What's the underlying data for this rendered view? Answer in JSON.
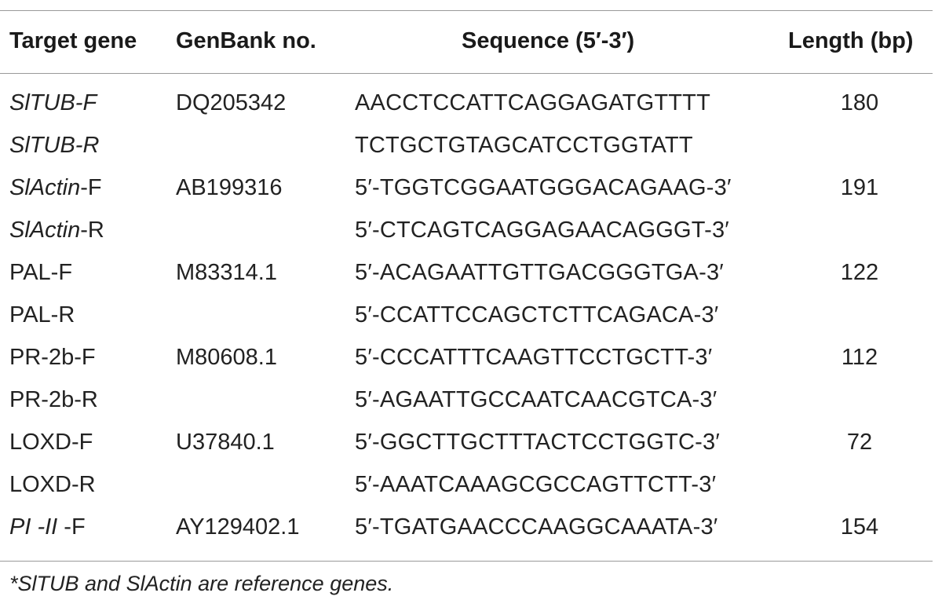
{
  "table": {
    "headers": {
      "gene": "Target gene",
      "genbank": "GenBank no.",
      "sequence": "Sequence (5′-3′)",
      "length": "Length (bp)"
    },
    "rows": [
      {
        "gene_ital": "SlTUB-F",
        "gene_plain": "",
        "genbank": "DQ205342",
        "sequence": "AACCTCCATTCAGGAGATGTTTT",
        "length": "180"
      },
      {
        "gene_ital": "SlTUB-R",
        "gene_plain": "",
        "genbank": "",
        "sequence": "TCTGCTGTAGCATCCTGGTATT",
        "length": ""
      },
      {
        "gene_ital": "SlActin",
        "gene_plain": "-F",
        "genbank": "AB199316",
        "sequence": "5′-TGGTCGGAATGGGACAGAAG-3′",
        "length": "191"
      },
      {
        "gene_ital": "SlActin",
        "gene_plain": "-R",
        "genbank": "",
        "sequence": "5′-CTCAGTCAGGAGAACAGGGT-3′",
        "length": ""
      },
      {
        "gene_ital": "",
        "gene_plain": "PAL-F",
        "genbank": "M83314.1",
        "sequence": "5′-ACAGAATTGTTGACGGGTGA-3′",
        "length": "122"
      },
      {
        "gene_ital": "",
        "gene_plain": "PAL-R",
        "genbank": "",
        "sequence": "5′-CCATTCCAGCTCTTCAGACA-3′",
        "length": ""
      },
      {
        "gene_ital": "",
        "gene_plain": "PR-2b-F",
        "genbank": "M80608.1",
        "sequence": "5′-CCCATTTCAAGTTCCTGCTT-3′",
        "length": "112"
      },
      {
        "gene_ital": "",
        "gene_plain": "PR-2b-R",
        "genbank": "",
        "sequence": "5′-AGAATTGCCAATCAACGTCA-3′",
        "length": ""
      },
      {
        "gene_ital": "",
        "gene_plain": "LOXD-F",
        "genbank": "U37840.1",
        "sequence": "5′-GGCTTGCTTTACTCCTGGTC-3′",
        "length": "72"
      },
      {
        "gene_ital": "",
        "gene_plain": "LOXD-R",
        "genbank": "",
        "sequence": "5′-AAATCAAAGCGCCAGTTCTT-3′",
        "length": ""
      },
      {
        "gene_ital": "PI -II",
        "gene_plain": " -F",
        "genbank": "AY129402.1",
        "sequence": "5′-TGATGAACCCAAGGCAAATA-3′",
        "length": "154"
      }
    ]
  },
  "footnote": "*SlTUB and SlActin are reference genes."
}
